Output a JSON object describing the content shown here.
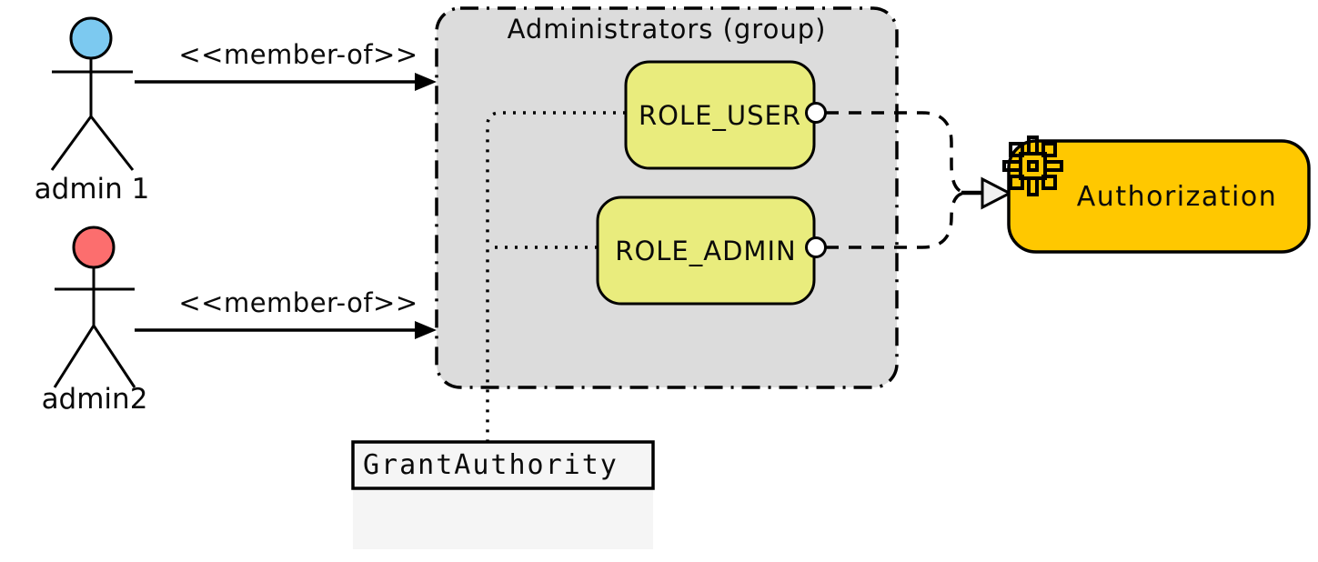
{
  "actors": [
    {
      "label": "admin 1",
      "head_color": "#7CC9F0"
    },
    {
      "label": "admin2",
      "head_color": "#FC6E6E"
    }
  ],
  "edges": {
    "member_of_label": "<<member-of>>"
  },
  "group": {
    "title": "Administrators (group)",
    "fill": "#DCDCDC",
    "roles": [
      {
        "label": "ROLE_USER",
        "fill": "#E9EC7D"
      },
      {
        "label": "ROLE_ADMIN",
        "fill": "#E9EC7D"
      }
    ]
  },
  "component": {
    "label": "Authorization",
    "fill": "#FFC800",
    "icon": "pixel-gear-icon"
  },
  "class_box": {
    "label": "GrantAuthority",
    "fill": "#F5F5F5"
  }
}
